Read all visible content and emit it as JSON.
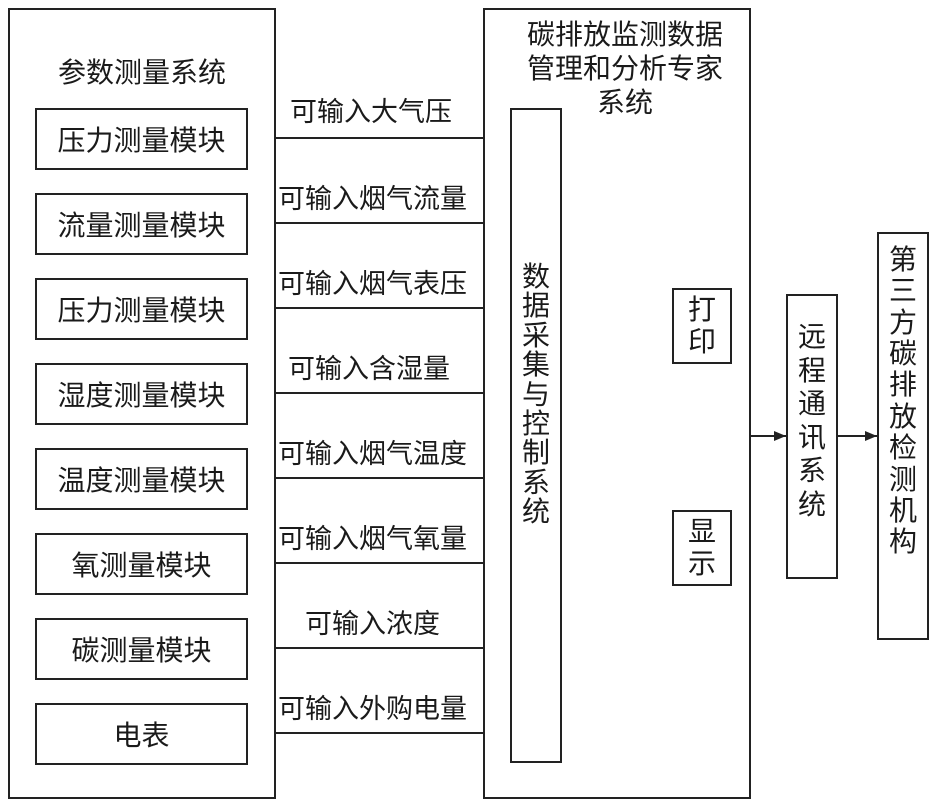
{
  "left_panel": {
    "title": "参数测量系统",
    "modules": [
      {
        "name": "压力测量模块",
        "signal": "可输入大气压"
      },
      {
        "name": "流量测量模块",
        "signal": "可输入烟气流量"
      },
      {
        "name": "压力测量模块",
        "signal": "可输入烟气表压"
      },
      {
        "name": "湿度测量模块",
        "signal": "可输入含湿量"
      },
      {
        "name": "温度测量模块",
        "signal": "可输入烟气温度"
      },
      {
        "name": "氧测量模块",
        "signal": "可输入烟气氧量"
      },
      {
        "name": "碳测量模块",
        "signal": "可输入浓度"
      },
      {
        "name": "电表",
        "signal": "可输入外购电量"
      }
    ]
  },
  "center_panel": {
    "title_lines": [
      "碳排放监测数据",
      "管理和分析专家",
      "系统"
    ],
    "dacs": "数据采集与控制系统",
    "print": "打印",
    "display": "显示"
  },
  "remote": "远程通讯系统",
  "third_party": "第三方碳排放检测机构"
}
